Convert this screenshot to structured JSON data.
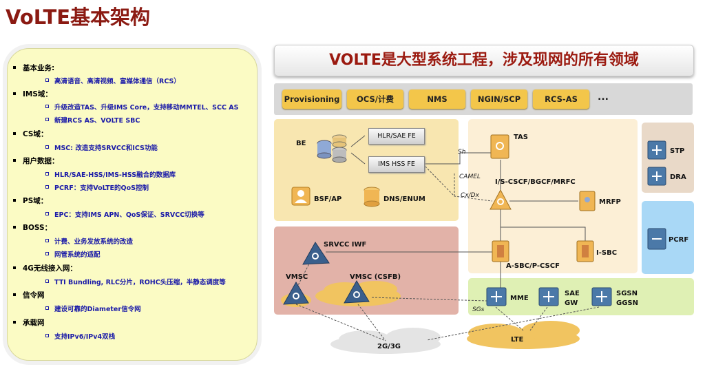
{
  "title": "VoLTE基本架构",
  "banner": "VOLTE是大型系统工程，涉及现网的所有领域",
  "left_panel": [
    {
      "category": "基本业务:",
      "items": [
        "高清语音、高清视频、富媒体通信（RCS）"
      ]
    },
    {
      "category": "IMS域：",
      "items": [
        "升级改造TAS、升级IMS Core，支持移动MMTEL、SCC AS",
        "新建RCS AS、VOLTE SBC"
      ]
    },
    {
      "category": "CS域：",
      "items": [
        "MSC: 改造支持SRVCC和ICS功能"
      ]
    },
    {
      "category": "用户数据：",
      "items": [
        "HLR/SAE-HSS/IMS-HSS融合的数据库",
        "PCRF：支持VoLTE的QoS控制"
      ]
    },
    {
      "category": "PS域：",
      "items": [
        "EPC：支持IMS APN、QoS保证、SRVCC切换等"
      ]
    },
    {
      "category": "BOSS：",
      "items": [
        "计费、业务发放系统的改造",
        "网管系统的适配"
      ]
    },
    {
      "category": "4G无线接入网：",
      "items": [
        "TTI Bundling, RLC分片，ROHC头压缩，半静态调度等"
      ]
    },
    {
      "category": "信令网",
      "items": [
        "建设可靠的Diameter信令网"
      ]
    },
    {
      "category": "承载网",
      "items": [
        "支持IPv6/IPv4双栈"
      ]
    }
  ],
  "top_apps": [
    "Provisioning",
    "OCS/计费",
    "NMS",
    "NGIN/SCP",
    "RCS-AS",
    "..."
  ],
  "nodes": {
    "be": "BE",
    "hlr_sae_fe": "HLR/SAE FE",
    "ims_hss_fe": "IMS HSS FE",
    "bsf_ap": "BSF/AP",
    "dns_enum": "DNS/ENUM",
    "tas": "TAS",
    "cscf": "I/S-CSCF/BGCF/MRFC",
    "mrfp": "MRFP",
    "sbc": "A-SBC/P-CSCF",
    "isbc": "I-SBC",
    "stp": "STP",
    "dra": "DRA",
    "pcrf": "PCRF",
    "srvcc_iwf": "SRVCC IWF",
    "vmsc": "VMSC",
    "vmsc_csfb": "VMSC (CSFB)",
    "mme": "MME",
    "sae_gw": "SAE\nGW",
    "sae": "SAE",
    "gw": "GW",
    "sgsn": "SGSN",
    "ggsn": "GGSN",
    "cloud_2g3g": "2G/3G",
    "cloud_lte": "LTE"
  },
  "interfaces": {
    "sh": "Sh",
    "camel": "CAMEL",
    "cxdx": "Cx/Dx",
    "sgs": "SGs"
  },
  "colors": {
    "title": "#8b1a12",
    "panel": "#fbfbc4",
    "item_text": "#1a1aa8",
    "app_button": "#f3c64a",
    "zone_user": "#f8e6b0",
    "zone_ims": "#fcefd6",
    "zone_cs": "#e2b2a8",
    "zone_ps": "#dff0b4",
    "zone_signal": "#e9d9c8",
    "zone_pcrf": "#a9d8f6"
  }
}
